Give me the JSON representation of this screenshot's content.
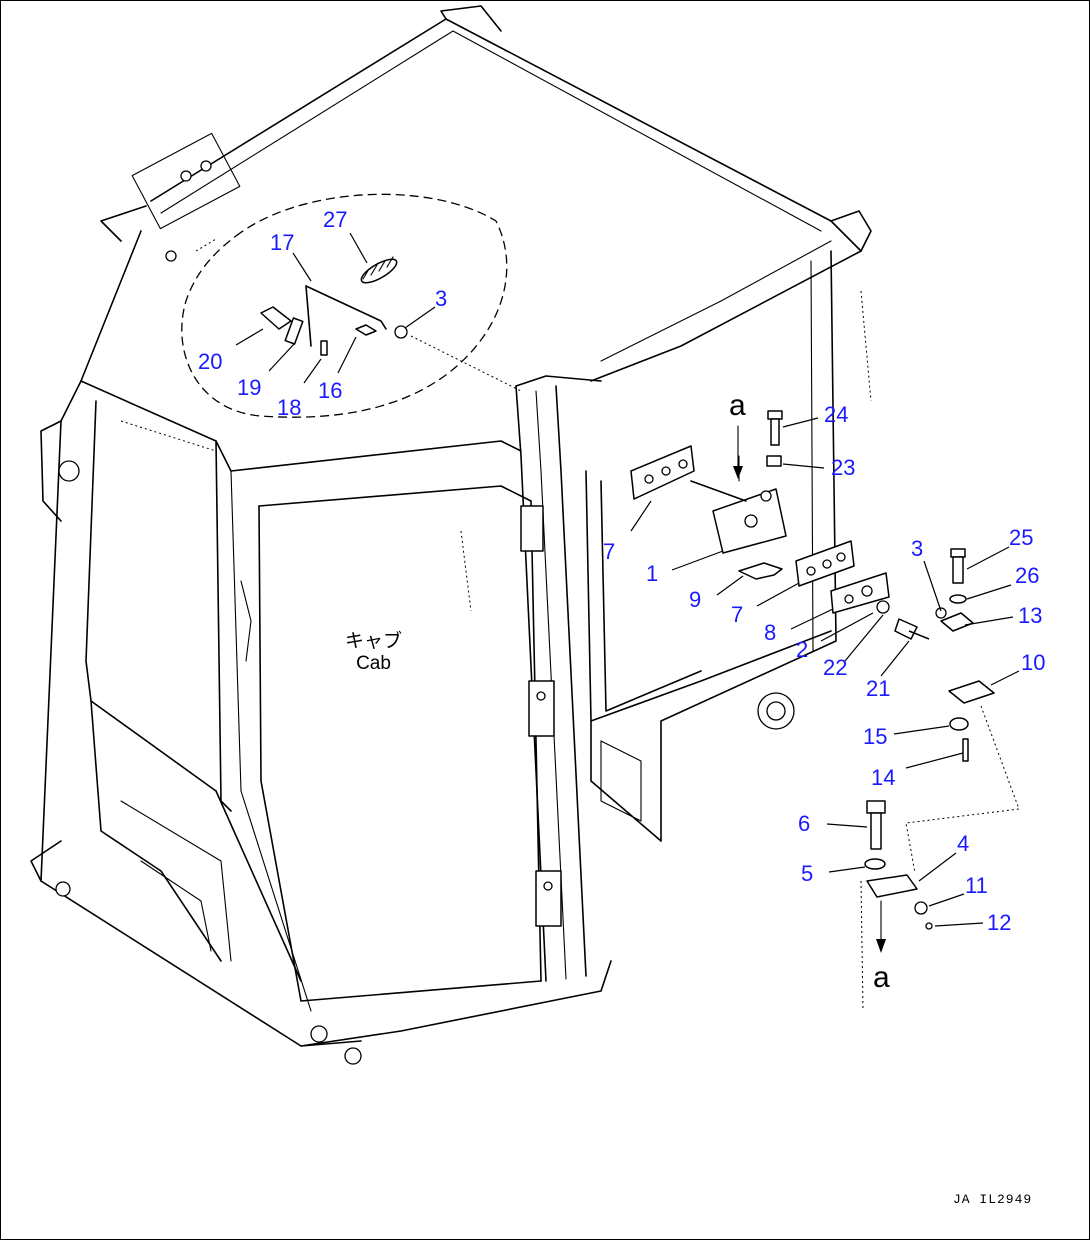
{
  "figure": {
    "drawing_code": "JA IL2949",
    "cab_label_jp": "キャブ",
    "cab_label_en": "Cab",
    "view_marks": [
      "a",
      "a"
    ],
    "callouts": [
      "27",
      "17",
      "3",
      "20",
      "19",
      "18",
      "16",
      "24",
      "23",
      "7",
      "1",
      "9",
      "7",
      "8",
      "2",
      "22",
      "21",
      "3",
      "25",
      "26",
      "13",
      "10",
      "15",
      "14",
      "6",
      "5",
      "4",
      "11",
      "12"
    ],
    "callout_color": "#1a1aff"
  }
}
